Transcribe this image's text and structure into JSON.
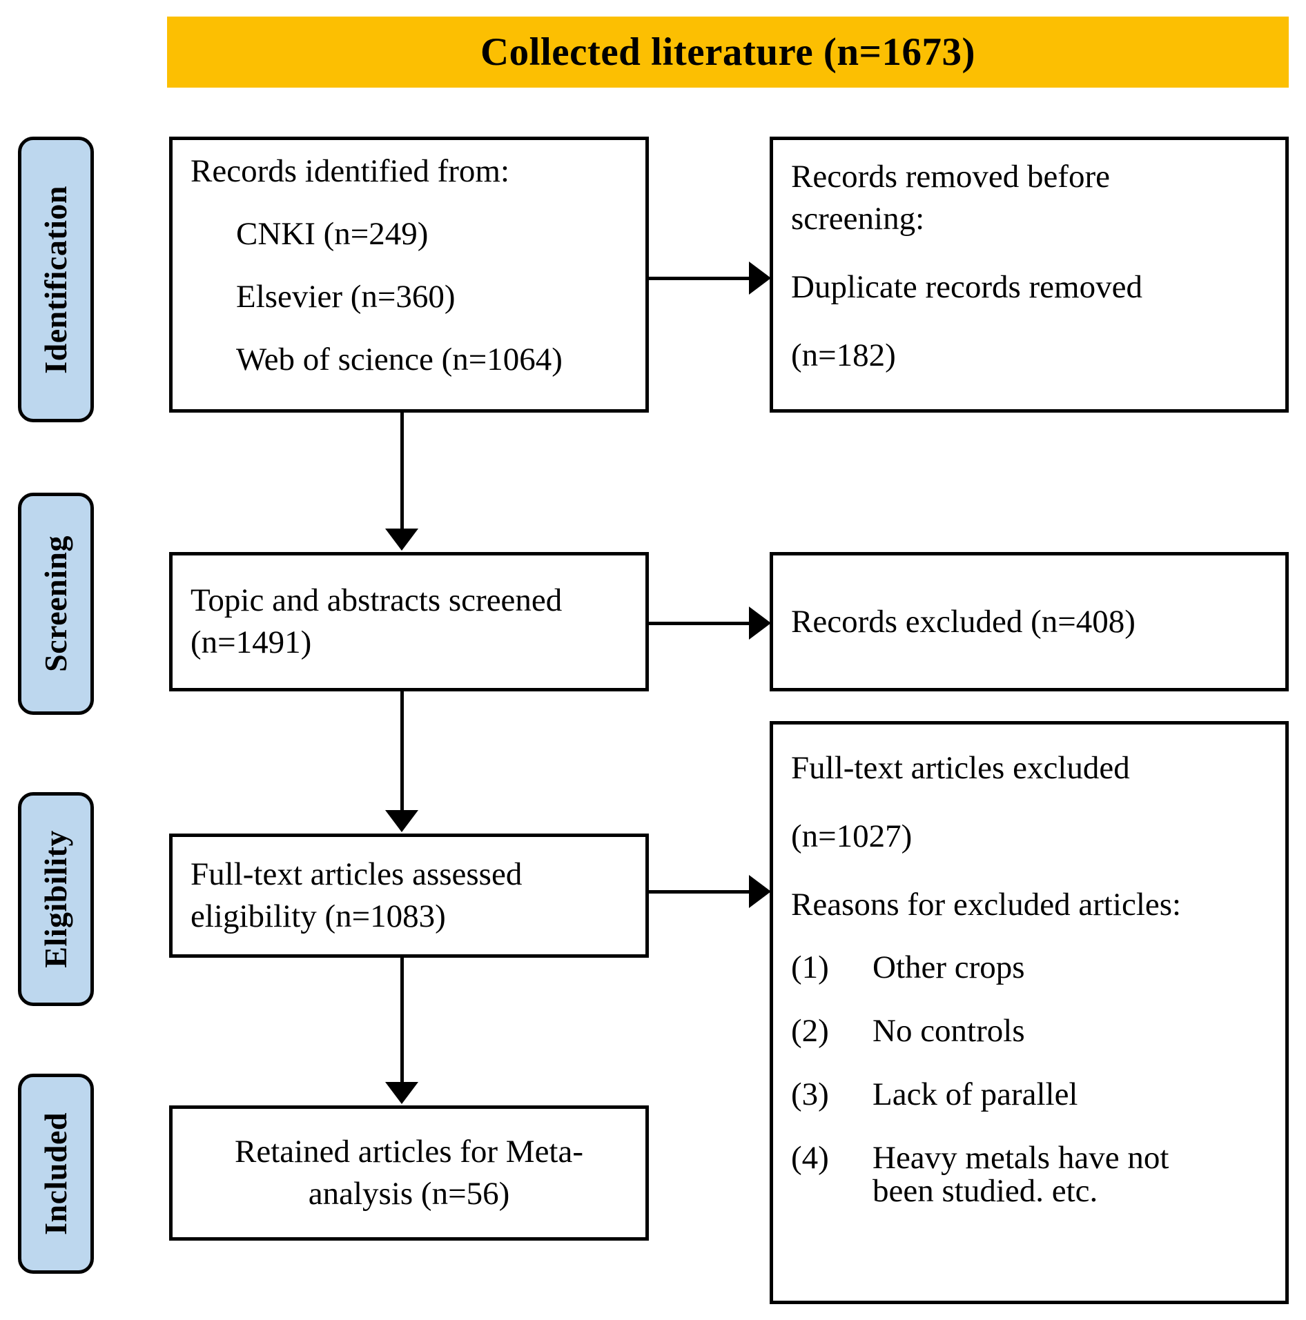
{
  "title": {
    "text": "Collected literature (n=1673)",
    "background_color": "#fcbf02"
  },
  "stages": [
    {
      "label": "Identification"
    },
    {
      "label": "Screening"
    },
    {
      "label": "Eligibility"
    },
    {
      "label": "Included"
    }
  ],
  "stage_color": "#bdd7ee",
  "boxes": {
    "identified": {
      "heading": "Records identified from:",
      "sources": [
        "CNKI (n=249)",
        "Elsevier (n=360)",
        "Web of science (n=1064)"
      ]
    },
    "removed_before_screening": {
      "line1": "Records removed before",
      "line2": "screening:",
      "line3": "Duplicate records removed",
      "line4": "(n=182)"
    },
    "screened": {
      "line1": "Topic and abstracts screened",
      "line2": "(n=1491)"
    },
    "records_excluded": {
      "line1": "Records excluded (n=408)"
    },
    "fulltext_assessed": {
      "line1": "Full-text articles assessed",
      "line2": "eligibility (n=1083)"
    },
    "fulltext_excluded": {
      "line1": "Full-text articles excluded",
      "line2": "(n=1027)",
      "line3": "Reasons for excluded articles:",
      "reasons": [
        {
          "num": "(1)",
          "text": "Other crops",
          "text2": ""
        },
        {
          "num": "(2)",
          "text": "No controls",
          "text2": ""
        },
        {
          "num": "(3)",
          "text": "Lack of parallel",
          "text2": ""
        },
        {
          "num": "(4)",
          "text": "Heavy metals have not",
          "text2": "been studied. etc."
        }
      ]
    },
    "retained": {
      "line1": "Retained articles for Meta-",
      "line2": "analysis (n=56)"
    }
  }
}
